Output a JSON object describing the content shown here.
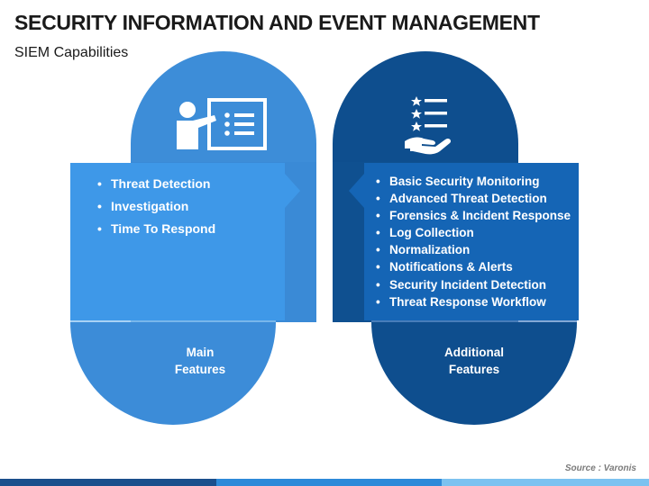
{
  "header": {
    "title": "SECURITY INFORMATION AND EVENT MANAGEMENT",
    "subtitle": "SIEM Capabilities"
  },
  "left": {
    "items": [
      "Threat Detection",
      "Investigation",
      "Time To Respond"
    ],
    "label_line1": "Main",
    "label_line2": "Features",
    "icon": "presentation-board-icon"
  },
  "right": {
    "items": [
      "Basic Security Monitoring",
      "Advanced Threat Detection",
      "Forensics & Incident Response",
      "Log Collection",
      "Normalization",
      "Notifications & Alerts",
      "Security Incident Detection",
      "Threat Response Workflow"
    ],
    "label_line1": "Additional",
    "label_line2": "Features",
    "icon": "rated-list-hand-icon"
  },
  "source": "Source : Varonis",
  "colors": {
    "left_dark": "#3d8dd8",
    "left_light": "#4aa3ee",
    "left_panel": "#3b93e4",
    "right_dark": "#0e4e8e",
    "right_light": "#1565b5",
    "right_panel": "#1460ad",
    "bottom_bar": [
      "#1a4f8c",
      "#2d8ad9",
      "#7cc2f0"
    ]
  }
}
